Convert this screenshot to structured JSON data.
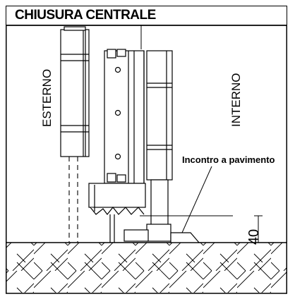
{
  "title": "CHIUSURA CENTRALE",
  "labels": {
    "outside": "ESTERNO",
    "inside": "INTERNO",
    "floor_keeper": "Incontro a pavimento",
    "dimension": "40"
  }
}
